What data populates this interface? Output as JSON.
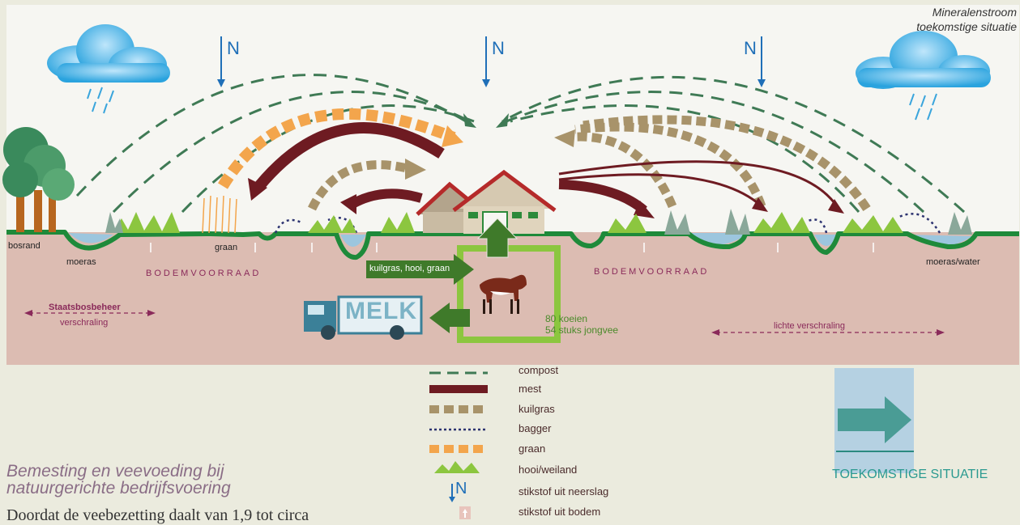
{
  "title": {
    "line1": "Mineralenstroom",
    "line2": "toekomstige situatie"
  },
  "n_symbol": "N",
  "labels": {
    "bosrand": "bosrand",
    "moeras": "moeras",
    "graan": "graan",
    "moeras_water": "moeras/water",
    "bodemvoorraad": "BODEMVOORRAAD",
    "staatsbosbeheer": "Staatsbosbeheer",
    "verschraling": "verschraling",
    "lichte_verschraling": "lichte verschraling",
    "kuilgras_hooi_graan": "kuilgras, hooi, graan",
    "melk": "MELK",
    "koeien": "80 koeien",
    "jongvee": "54 stuks jongvee"
  },
  "legend": [
    {
      "label": "compost",
      "icon": "dashed-line"
    },
    {
      "label": "mest",
      "icon": "thick-line"
    },
    {
      "label": "kuilgras",
      "icon": "block-dash"
    },
    {
      "label": "bagger",
      "icon": "dotted-line"
    },
    {
      "label": "graan",
      "icon": "block-dash"
    },
    {
      "label": "hooi/weiland",
      "icon": "grass"
    },
    {
      "label": "stikstof uit neerslag",
      "icon": "n-arrow"
    },
    {
      "label": "stikstof uit bodem",
      "icon": "up-arrow"
    }
  ],
  "situation_label": "TOEKOMSTIGE SITUATIE",
  "caption": {
    "title_line1": "Bemesting en veevoeding bij",
    "title_line2": "natuurgerichte bedrijfsvoering",
    "text": "Doordat de veebezetting daalt van 1,9 tot circa"
  },
  "colors": {
    "compost": "#3f7a55",
    "mest": "#6e1b22",
    "kuilgras": "#a8936a",
    "bagger": "#2c3370",
    "graan": "#f3a54c",
    "hooi": "#8cc63f",
    "soil": "#dcbcb2",
    "ground": "#1e8a3a",
    "n_blue": "#1f6fb8"
  }
}
